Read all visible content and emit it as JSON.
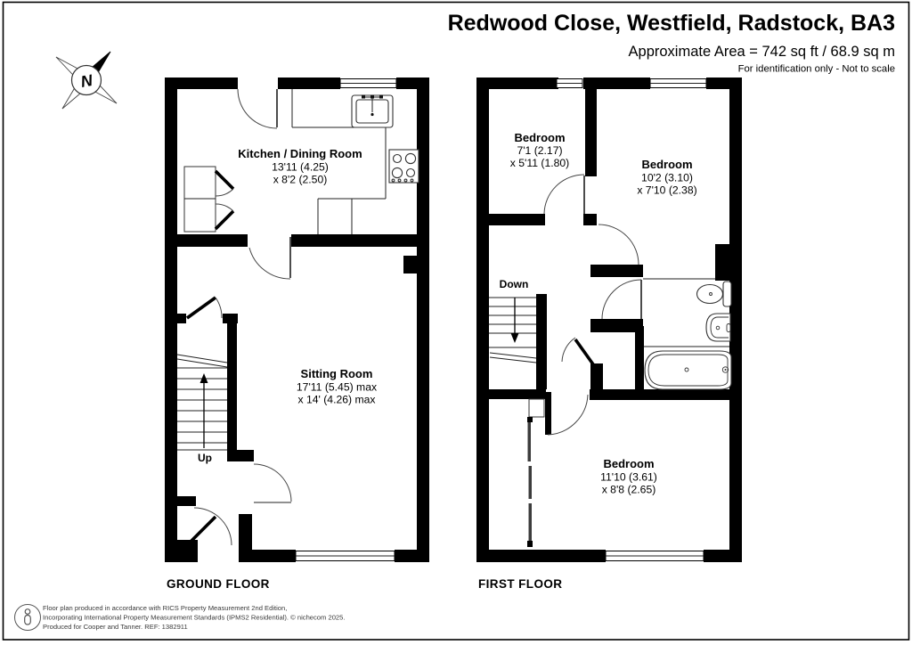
{
  "header": {
    "title": "Redwood Close, Westfield, Radstock, BA3",
    "area": "Approximate Area = 742 sq ft / 68.9 sq m",
    "note": "For identification only - Not to scale"
  },
  "compass": {
    "label": "N"
  },
  "floors": {
    "ground": {
      "label": "GROUND FLOOR",
      "stairs_label": "Up",
      "rooms": {
        "kitchen": {
          "name": "Kitchen / Dining Room",
          "dim1": "13'11 (4.25)",
          "dim2": "x 8'2 (2.50)"
        },
        "sitting": {
          "name": "Sitting Room",
          "dim1": "17'11 (5.45) max",
          "dim2": "x 14' (4.26) max"
        }
      }
    },
    "first": {
      "label": "FIRST FLOOR",
      "stairs_label": "Down",
      "rooms": {
        "bedroom1": {
          "name": "Bedroom",
          "dim1": "7'1 (2.17)",
          "dim2": "x 5'11 (1.80)"
        },
        "bedroom2": {
          "name": "Bedroom",
          "dim1": "10'2 (3.10)",
          "dim2": "x 7'10 (2.38)"
        },
        "bedroom3": {
          "name": "Bedroom",
          "dim1": "11'10 (3.61)",
          "dim2": "x 8'8 (2.65)"
        }
      }
    }
  },
  "footer": {
    "line1": "Floor plan produced in accordance with RICS Property Measurement 2nd Edition,",
    "line2": "Incorporating International Property Measurement Standards (IPMS2 Residential).     © nichecom 2025.",
    "line3": "Produced for Cooper and Tanner.     REF:  1382911"
  },
  "colors": {
    "wall": "#000000",
    "line": "#222222",
    "background": "#ffffff",
    "footer_text": "#3a3a3a"
  }
}
